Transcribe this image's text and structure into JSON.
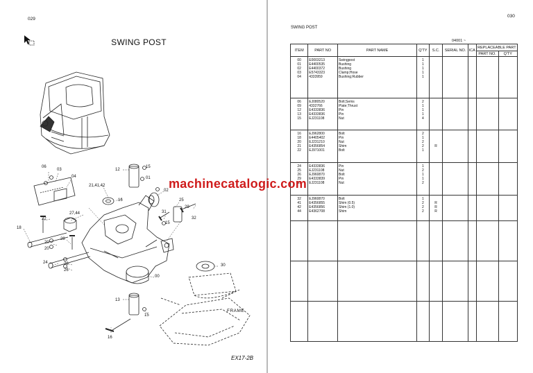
{
  "left_page": {
    "page_number": "029",
    "title": "SWING POST",
    "frame_label": "FRAME",
    "model_label": "EX17-2B",
    "callouts": [
      "06",
      "03",
      "04",
      "12",
      "15",
      "01",
      "21,41,42",
      "16",
      "02",
      "25",
      "29",
      "32",
      "31",
      "15",
      "27,44",
      "22",
      "18",
      "28",
      "20",
      "20",
      "24",
      "26",
      "26",
      "00",
      "30",
      "13",
      "15",
      "16"
    ]
  },
  "right_page": {
    "page_number": "030",
    "section_title": "SWING POST",
    "serial_range": "04001 ~",
    "headers": {
      "item": "ITEM",
      "part_no": "PART NO",
      "part_name": "PART NAME",
      "qty": "Q'TY",
      "sc": "S.C.",
      "serial_no": "SERIAL NO.",
      "ica": "ICA",
      "replaceable": "REPLACEABLE PART",
      "rep_part_no": "PART NO.",
      "rep_qty": "Q'TY"
    },
    "groups": [
      {
        "items": [
          "00",
          "01",
          "02",
          "03",
          "04"
        ],
        "part_nos": [
          "E0003213",
          "E4400535",
          "E4400372",
          "E5743323",
          "4333959"
        ],
        "names": [
          "Swingpost",
          "Bushing",
          "Bushing",
          "Clamp;Hose",
          "Bushing;Rubber"
        ],
        "qty": [
          "1",
          "1",
          "1",
          "1",
          "1"
        ],
        "sc": [
          "",
          "",
          "",
          "",
          ""
        ]
      },
      {
        "items": [
          "06",
          "09",
          "12",
          "13",
          "15"
        ],
        "part_nos": [
          "EJ080520",
          "4332766",
          "E4333836",
          "E4333836",
          "EJ231108"
        ],
        "names": [
          "Bolt;Sems",
          "Plate;Thrust",
          "Pin",
          "Pin",
          "Nut"
        ],
        "qty": [
          "2",
          "1",
          "1",
          "1",
          "4"
        ],
        "sc": [
          "",
          "",
          "",
          "",
          ""
        ]
      },
      {
        "items": [
          "16",
          "18",
          "20",
          "21",
          "22"
        ],
        "part_nos": [
          "EJ962800",
          "E4405402",
          "EJ231210",
          "E4356854",
          "EJ971001"
        ],
        "names": [
          "Bolt",
          "Pin",
          "Nut",
          "Shim",
          "Bolt"
        ],
        "qty": [
          "2",
          "1",
          "2",
          "2",
          "1"
        ],
        "sc": [
          "",
          "",
          "",
          "R",
          ""
        ]
      },
      {
        "items": [
          "24",
          "25",
          "26",
          "29",
          "31"
        ],
        "part_nos": [
          "E4333836",
          "EJ231108",
          "EJ960870",
          "E4333839",
          "EJ231108"
        ],
        "names": [
          "Pin",
          "Nut",
          "Bolt",
          "Pin",
          "Nut"
        ],
        "qty": [
          "1",
          "2",
          "1",
          "1",
          "2"
        ],
        "sc": [
          "",
          "",
          "",
          "",
          ""
        ]
      },
      {
        "items": [
          "32",
          "41",
          "42",
          "44"
        ],
        "part_nos": [
          "EJ960870",
          "E4356855",
          "E4356856",
          "E4362708"
        ],
        "names": [
          "Bolt",
          "Shim (0.5)",
          "Shim (1.0)",
          "Shim"
        ],
        "qty": [
          "1",
          "2",
          "2",
          "2"
        ],
        "sc": [
          "",
          "R",
          "R",
          "R"
        ]
      },
      {
        "items": [],
        "part_nos": [],
        "names": [],
        "qty": [],
        "sc": []
      },
      {
        "items": [],
        "part_nos": [],
        "names": [],
        "qty": [],
        "sc": []
      },
      {
        "items": [],
        "part_nos": [],
        "names": [],
        "qty": [],
        "sc": []
      }
    ]
  },
  "watermark": "machinecatalogic.com"
}
